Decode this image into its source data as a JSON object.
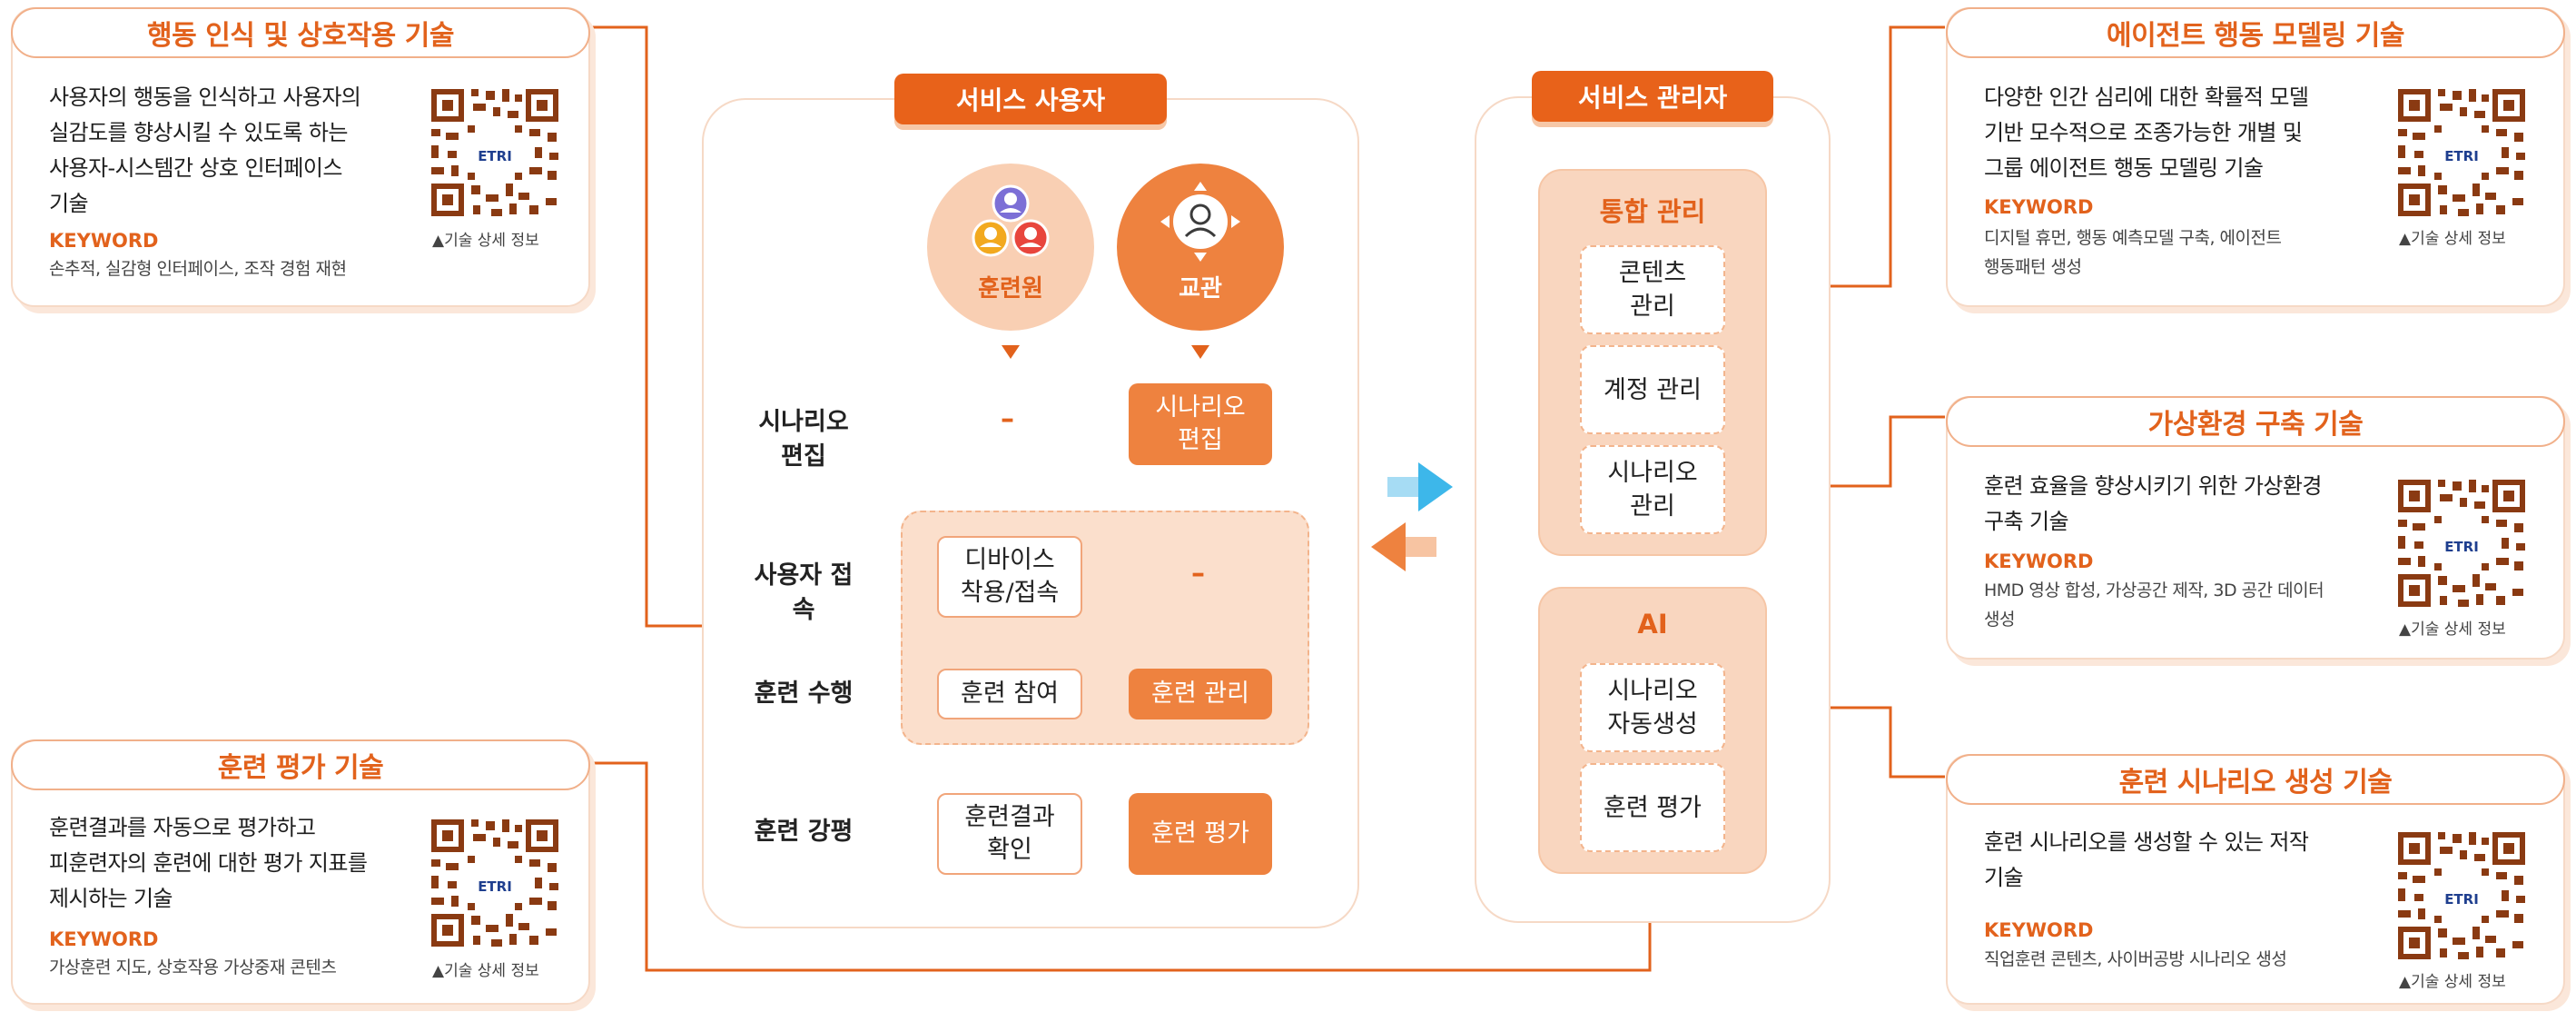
{
  "cards": {
    "behavior": {
      "title": "행동 인식 및 상호작용 기술",
      "desc": [
        "사용자의 행동을 인식하고 사용자의",
        "실감도를 향상시킬 수 있도록 하는",
        "사용자-시스템간 상호 인터페이스",
        "기술"
      ],
      "keyword_label": "KEYWORD",
      "keywords": [
        "손추적, 실감형 인터페이스, 조작 경험 재현"
      ],
      "qr_label": "ETRI",
      "qr_caption": "▲기술 상세 정보"
    },
    "evaluation": {
      "title": "훈련 평가 기술",
      "desc": [
        "훈련결과를 자동으로 평가하고",
        "피훈련자의 훈련에 대한 평가 지표를",
        "제시하는 기술"
      ],
      "keyword_label": "KEYWORD",
      "keywords": [
        "가상훈련 지도, 상호작용 가상중재 콘텐츠"
      ],
      "qr_label": "ETRI",
      "qr_caption": "▲기술 상세 정보"
    },
    "agent": {
      "title": "에이전트 행동 모델링 기술",
      "desc": [
        "다양한 인간 심리에 대한 확률적 모델",
        "기반 모수적으로 조종가능한 개별 및",
        "그룹 에이전트 행동 모델링 기술"
      ],
      "keyword_label": "KEYWORD",
      "keywords": [
        "디지털 휴먼, 행동 예측모델 구축, 에이전트",
        "행동패턴 생성"
      ],
      "qr_label": "ETRI",
      "qr_caption": "▲기술 상세 정보"
    },
    "virtual_env": {
      "title": "가상환경 구축 기술",
      "desc": [
        "훈련 효율을 향상시키기 위한 가상환경",
        "구축 기술"
      ],
      "keyword_label": "KEYWORD",
      "keywords": [
        "HMD 영상 합성, 가상공간 제작, 3D 공간 데이터",
        "생성"
      ],
      "qr_label": "ETRI",
      "qr_caption": "▲기술 상세 정보"
    },
    "scenario_gen": {
      "title": "훈련 시나리오 생성 기술",
      "desc": [
        "훈련 시나리오를 생성할 수 있는 저작",
        "기술"
      ],
      "keyword_label": "KEYWORD",
      "keywords": [
        "직업훈련 콘텐츠, 사이버공방 시나리오 생성"
      ],
      "qr_label": "ETRI",
      "qr_caption": "▲기술 상세 정보"
    }
  },
  "user_panel": {
    "title": "서비스 사용자",
    "trainee": "훈련원",
    "instructor": "교관",
    "rows": {
      "scenario_edit": "시나리오\n편집",
      "user_access": "사용자 접속",
      "training_exec": "훈련 수행",
      "training_review": "훈련 강평"
    },
    "trainee_cells": {
      "scenario_edit": "–",
      "user_access": "디바이스\n착용/접속",
      "training_exec": "훈련 참여",
      "training_review": "훈련결과\n확인"
    },
    "instructor_cells": {
      "scenario_edit": "시나리오\n편집",
      "user_access": "–",
      "training_exec": "훈련 관리",
      "training_review": "훈련 평가"
    }
  },
  "admin_panel": {
    "title": "서비스 관리자",
    "integrated": {
      "title": "통합 관리",
      "items": [
        "콘텐츠\n관리",
        "계정 관리",
        "시나리오\n관리"
      ]
    },
    "ai": {
      "title": "AI",
      "items": [
        "시나리오\n자동생성",
        "훈련 평가"
      ]
    }
  },
  "colors": {
    "accent": "#e8621a",
    "light_fill": "#f9d6bf",
    "border": "#f6d9c6",
    "blue_arrow": "#3db7ea"
  }
}
